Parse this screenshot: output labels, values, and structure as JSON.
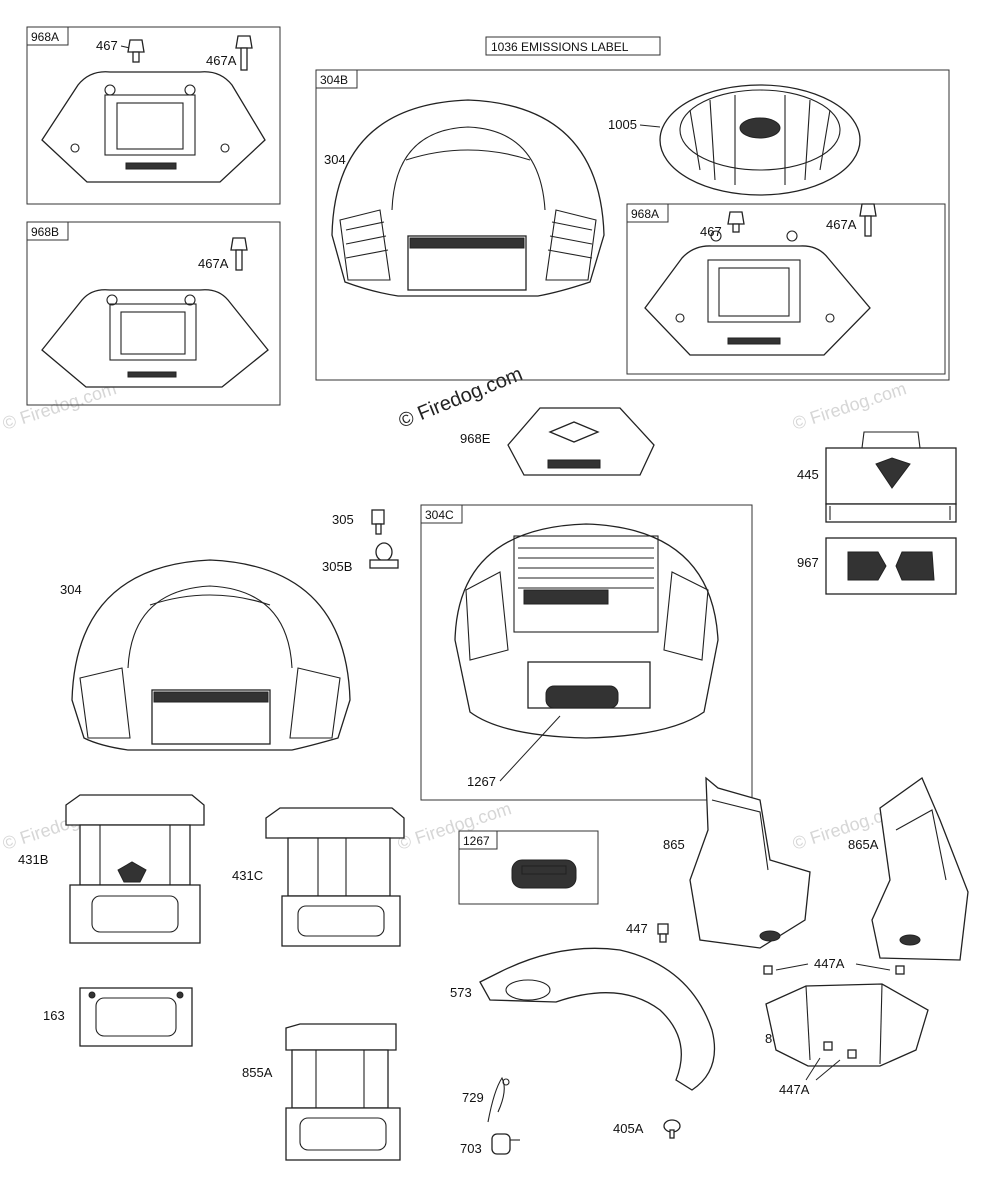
{
  "watermark": {
    "main": "© Firedog.com",
    "faint": "© Firedog.com"
  },
  "emissions_label": "1036 EMISSIONS LABEL",
  "boxes": {
    "box_968a_top": "968A",
    "box_968b": "968B",
    "box_304b": "304B",
    "box_968a_inner": "968A",
    "box_304c": "304C",
    "box_1267": "1267"
  },
  "parts": {
    "p467_a": "467",
    "p467A_a": "467A",
    "p467A_b": "467A",
    "p1005": "1005",
    "p304_top": "304",
    "p467_b": "467",
    "p467A_c": "467A",
    "p968E": "968E",
    "p445": "445",
    "p967": "967",
    "p305": "305",
    "p305B": "305B",
    "p304_mid": "304",
    "p1267": "1267",
    "p431B": "431B",
    "p431C": "431C",
    "p865": "865",
    "p865A": "865A",
    "p447": "447",
    "p447A_a": "447A",
    "p573": "573",
    "p163": "163",
    "p865B": "865B",
    "p447A_b": "447A",
    "p855A": "855A",
    "p729": "729",
    "p405A": "405A",
    "p703": "703"
  }
}
